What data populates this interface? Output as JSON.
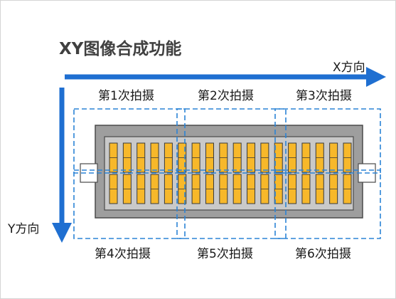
{
  "title": "XY图像合成功能",
  "axes": {
    "x_label": "X方向",
    "y_label": "Y方向"
  },
  "shots": [
    {
      "label": "第1次拍摄"
    },
    {
      "label": "第2次拍摄"
    },
    {
      "label": "第3次拍摄"
    },
    {
      "label": "第4次拍摄"
    },
    {
      "label": "第5次拍摄"
    },
    {
      "label": "第6次拍摄"
    }
  ],
  "connector": {
    "top_row_pins": 18,
    "bottom_row_pins": 18
  },
  "colors": {
    "arrow": "#1f6fd1",
    "dashed_frame": "#2b84d6",
    "housing_outer": "#9e9e9e",
    "housing_inner": "#c9c9c9",
    "pin_fill": "#f7b82a",
    "pin_stroke": "#3a3a3a"
  }
}
